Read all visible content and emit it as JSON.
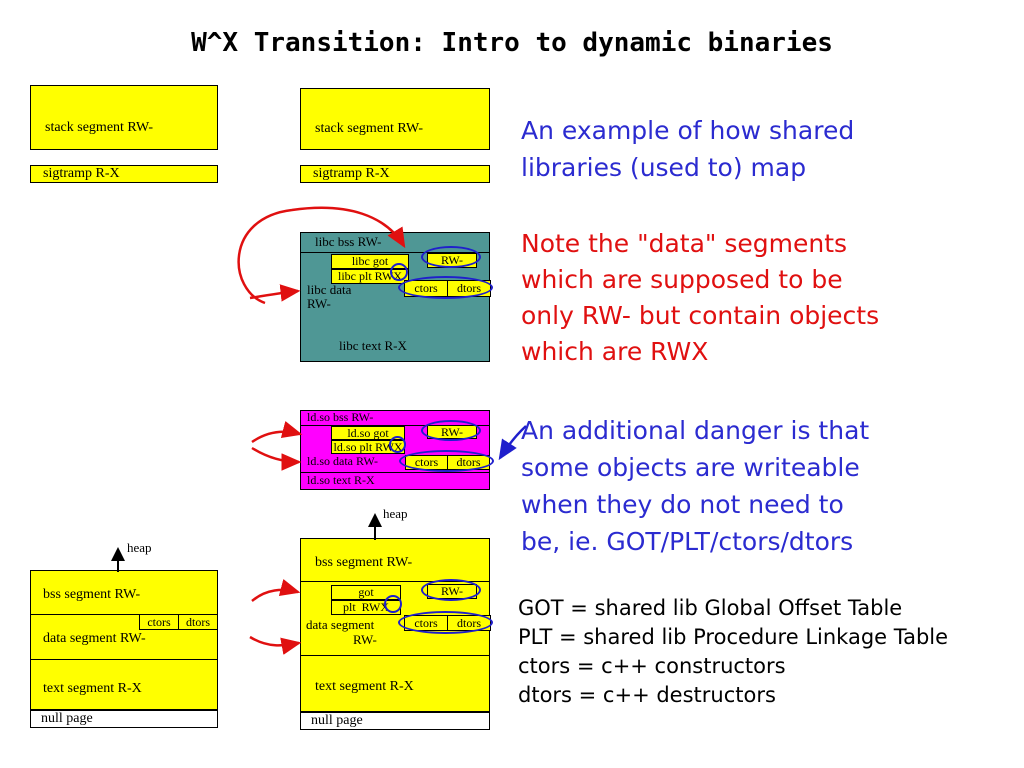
{
  "title": "W^X Transition: Intro to dynamic binaries",
  "colors": {
    "segment_yellow": "#ffff00",
    "libc_teal": "#4f9795",
    "ldso_magenta": "#ff00ff",
    "note_blue": "#2b2bd0",
    "note_red": "#e01010",
    "highlight_blue": "#1f1fcc",
    "arrow_red": "#e01010"
  },
  "stacks": {
    "left": {
      "stack": "stack segment RW-",
      "sigtramp": "sigtramp R-X"
    },
    "mid": {
      "stack": "stack segment RW-",
      "sigtramp": "sigtramp R-X"
    }
  },
  "libc": {
    "bss": "libc bss RW-",
    "got": "libc got",
    "rw": "RW-",
    "plt": "libc plt RWX",
    "data": "libc data\nRW-",
    "ctors": "ctors",
    "dtors": "dtors",
    "text": "libc text R-X"
  },
  "ldso": {
    "bss": "ld.so bss RW-",
    "got": "ld.so got",
    "rw": "RW-",
    "plt": "ld.so plt RWX",
    "data": "ld.so data RW-",
    "ctors": "ctors",
    "dtors": "dtors",
    "text": "ld.so text R-X"
  },
  "exec_left": {
    "heap": "heap",
    "bss": "bss segment RW-",
    "ctors": "ctors",
    "dtors": "dtors",
    "data": "data segment RW-",
    "text": "text segment R-X",
    "null_page": "null page"
  },
  "exec_mid": {
    "heap": "heap",
    "bss": "bss segment RW-",
    "got": "got",
    "rw": "RW-",
    "plt": "plt  RWX",
    "data": "data segment",
    "data2": "RW-",
    "ctors": "ctors",
    "dtors": "dtors",
    "text": "text segment R-X",
    "null_page": "null page"
  },
  "notes": {
    "example": "An example of how shared\nlibraries (used to) map",
    "note_rwx": "Note the \"data\" segments\nwhich are supposed to be\nonly RW- but contain objects\nwhich are RWX",
    "danger": "An additional danger is that\nsome objects are writeable\nwhen they do not need to\nbe, ie. GOT/PLT/ctors/dtors",
    "glossary": "GOT = shared lib Global Offset Table\nPLT = shared lib Procedure Linkage Table\nctors = c++ constructors\ndtors = c++ destructors"
  }
}
